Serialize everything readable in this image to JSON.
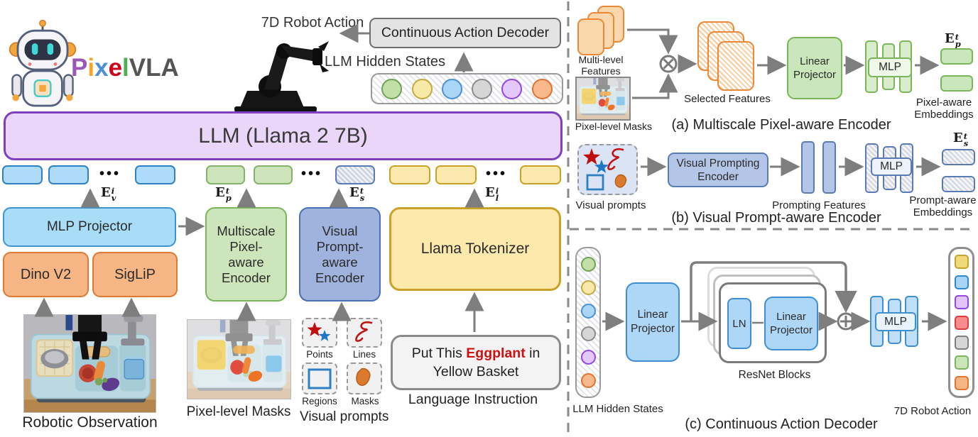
{
  "logo": {
    "letters": [
      {
        "ch": "P",
        "color": "#9b59b6"
      },
      {
        "ch": "i",
        "color": "#f5a623"
      },
      {
        "ch": "x",
        "color": "#4a90d2"
      },
      {
        "ch": "e",
        "color": "#d0021b"
      },
      {
        "ch": "l",
        "color": "#4caf50"
      },
      {
        "ch": "VLA",
        "color": "#555555"
      }
    ]
  },
  "top": {
    "action_label": "7D Robot Action",
    "decoder_label": "Continuous Action Decoder",
    "hidden_states_label": "LLM Hidden States"
  },
  "llm_label": "LLM (Llama 2 7B)",
  "tokens": {
    "ellipsis": "•••",
    "visual": {
      "base": "E",
      "sup": "i",
      "sub": "v"
    },
    "pixel": {
      "base": "E",
      "sup": "t",
      "sub": "p"
    },
    "prompt": {
      "base": "E",
      "sup": "t",
      "sub": "s"
    },
    "language": {
      "base": "E",
      "sup": "i",
      "sub": "l"
    }
  },
  "encoders": {
    "mlp_projector": "MLP Projector",
    "dino": "Dino V2",
    "siglip": "SigLiP",
    "multiscale_lines": [
      "Multiscale",
      "Pixel-",
      "aware",
      "Encoder"
    ],
    "visual_prompt_lines": [
      "Visual",
      "Prompt-",
      "aware",
      "Encoder"
    ],
    "tokenizer": "Llama Tokenizer"
  },
  "inputs": {
    "observation_caption": "Robotic Observation",
    "masks_caption": "Pixel-level Masks",
    "prompts": {
      "points": "Points",
      "lines": "Lines",
      "regions": "Regions",
      "masks": "Masks",
      "caption": "Visual prompts"
    },
    "instruction": {
      "pre": "Put This ",
      "highlight": "Eggplant",
      "post": " in",
      "line2": "Yellow Basket",
      "caption": "Language Instruction"
    }
  },
  "panel_a": {
    "multi_level_lines": [
      "Multi-level",
      "Features"
    ],
    "masks_caption": "Pixel-level Masks",
    "selected_caption": "Selected Features",
    "linear_projector_lines": [
      "Linear",
      "Projector"
    ],
    "mlp": "MLP",
    "embed_label": {
      "base": "E",
      "sup": "t",
      "sub": "p"
    },
    "embed_caption_lines": [
      "Pixel-aware",
      "Embeddings"
    ],
    "caption": "(a) Multiscale Pixel-aware Encoder"
  },
  "panel_b": {
    "prompts_caption": "Visual prompts",
    "encoder_lines": [
      "Visual Prompting",
      "Encoder"
    ],
    "features_caption": "Prompting Features",
    "mlp": "MLP",
    "embed_label": {
      "base": "E",
      "sup": "t",
      "sub": "s"
    },
    "embed_caption_lines": [
      "Prompt-aware",
      "Embeddings"
    ],
    "caption": "(b) Visual Prompt-aware Encoder"
  },
  "panel_c": {
    "hidden_caption": "LLM Hidden States",
    "linear_projector_lines": [
      "Linear",
      "Projector"
    ],
    "ln": "LN",
    "inner_projector_lines": [
      "Linear",
      "Projector"
    ],
    "resnet_caption": "ResNet Blocks",
    "mlp": "MLP",
    "action_caption": "7D Robot Action",
    "caption": "(c) Continuous Action Decoder"
  },
  "colors": {
    "llm_fill": "#e9d6f8",
    "llm_border": "#7f3fc0",
    "token_blue": {
      "fill": "#aedcf8",
      "border": "#2e82c4"
    },
    "token_green": {
      "fill": "#cde3b9",
      "border": "#82b366"
    },
    "token_yellow": {
      "fill": "#fbe9ad",
      "border": "#c9a227"
    },
    "hidden_states": [
      {
        "name": "hidden-state-green",
        "fill": "#c2dfa8",
        "border": "#6fa354"
      },
      {
        "name": "hidden-state-yellow",
        "fill": "#f9e9a8",
        "border": "#c3a93f"
      },
      {
        "name": "hidden-state-blue",
        "fill": "#a9d6f5",
        "border": "#4a90d9"
      },
      {
        "name": "hidden-state-gray",
        "fill": "#d6d6d6",
        "border": "#8c8c8c"
      },
      {
        "name": "hidden-state-purple",
        "fill": "#e4c8fb",
        "border": "#9147e0"
      },
      {
        "name": "hidden-state-orange",
        "fill": "#f7b98b",
        "border": "#e0712e"
      }
    ],
    "action_dims": [
      {
        "name": "action-dim-yellow",
        "fill": "#f0d978",
        "border": "#c5a229"
      },
      {
        "name": "action-dim-blue",
        "fill": "#a8d4f5",
        "border": "#2f88d0"
      },
      {
        "name": "action-dim-purple",
        "fill": "#e2c4fa",
        "border": "#9147e0"
      },
      {
        "name": "action-dim-red",
        "fill": "#f88b8b",
        "border": "#e03c3c"
      },
      {
        "name": "action-dim-gray",
        "fill": "#d6d6d6",
        "border": "#808080"
      },
      {
        "name": "action-dim-green",
        "fill": "#cce5b8",
        "border": "#7ab65a"
      },
      {
        "name": "action-dim-orange",
        "fill": "#f5b585",
        "border": "#e2742d"
      }
    ]
  }
}
